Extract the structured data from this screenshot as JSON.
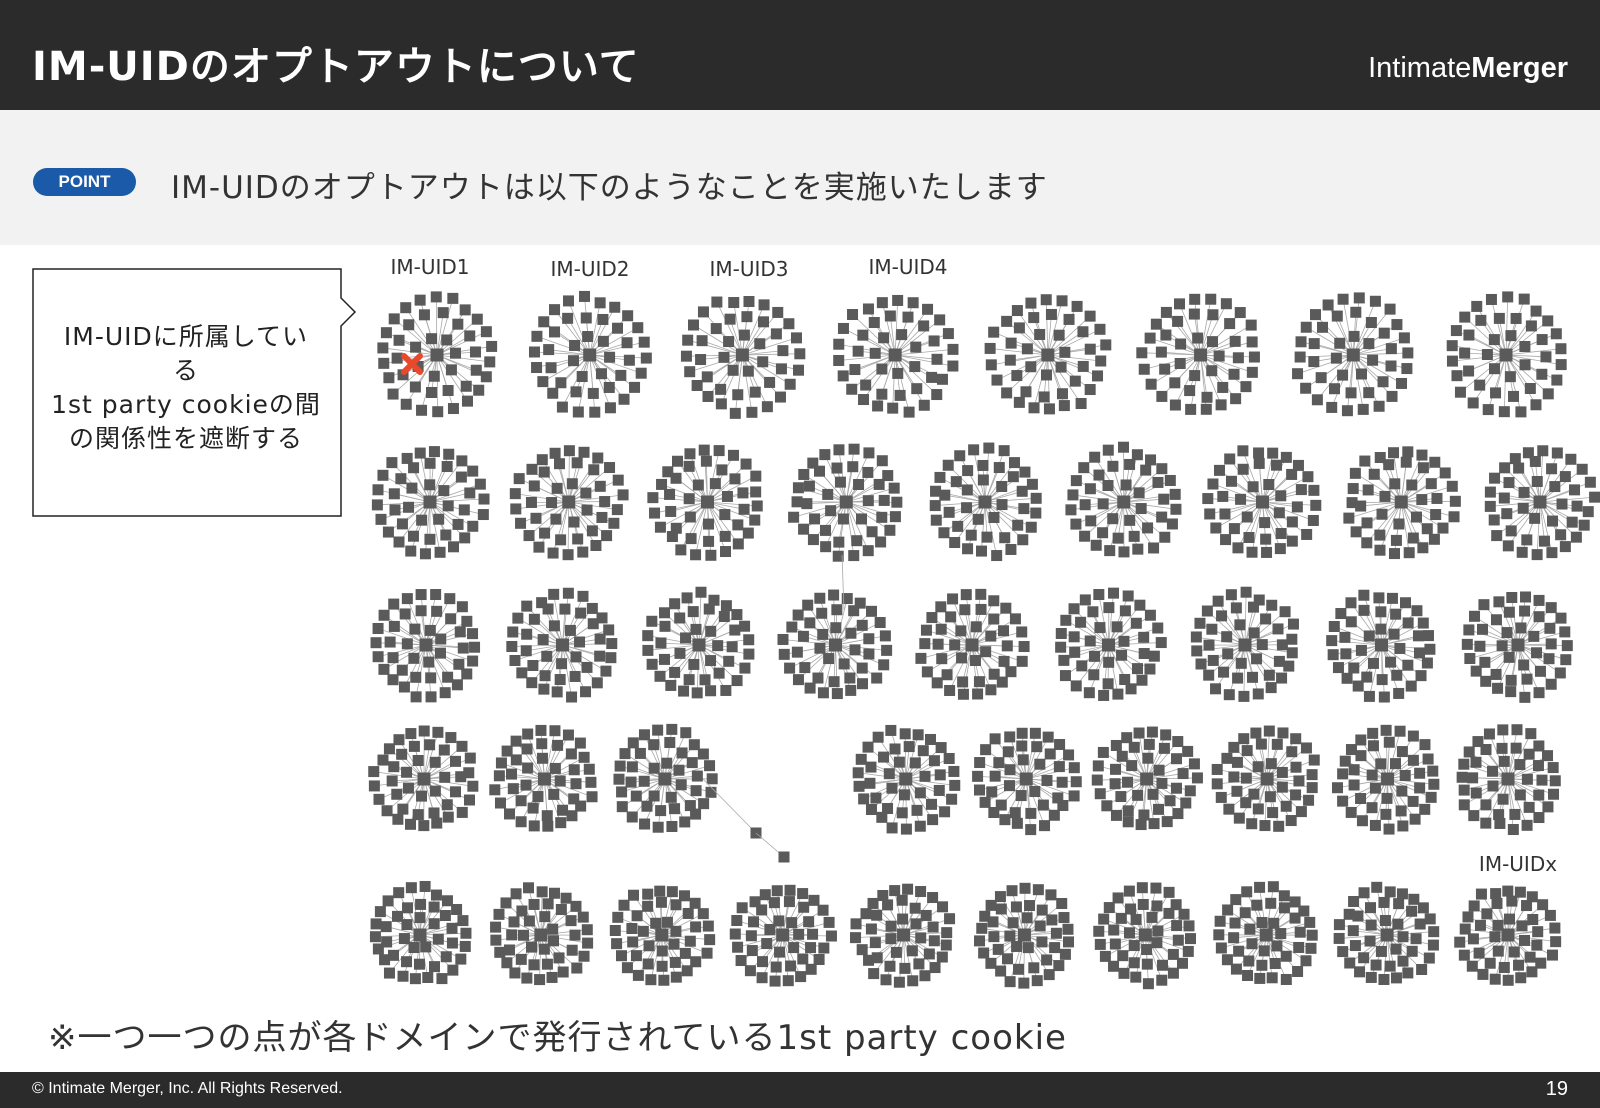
{
  "header": {
    "title": "IM-UIDのオプトアウトについて",
    "logo_part1": "Intimate",
    "logo_part2": "Merger"
  },
  "point": {
    "badge": "POINT",
    "text": "IM-UIDのオプトアウトは以下のようなことを実施いたします"
  },
  "callout": {
    "lines": [
      "IM-UIDに所属してい",
      "る",
      "1st party cookieの間",
      "の関係性を遮断する"
    ]
  },
  "diagram": {
    "labels": [
      "IM-UID1",
      "IM-UID2",
      "IM-UID3",
      "IM-UID4",
      "IM-UIDx"
    ],
    "cluster_rows": [
      8,
      9,
      9,
      10,
      10
    ],
    "node_color": "#5a5a5a",
    "edge_color": "#a8a8a8",
    "cut_marker_color": "#e8492c"
  },
  "footnote": "※一つ一つの点が各ドメインで発行されている1st party cookie",
  "footer": {
    "copyright": "© Intimate Merger, Inc. All Rights Reserved.",
    "page": "19"
  }
}
